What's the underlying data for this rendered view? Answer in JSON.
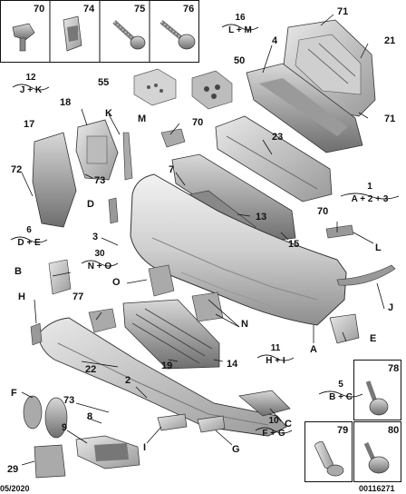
{
  "diagram": {
    "top_boxes": [
      "70",
      "74",
      "75",
      "76"
    ],
    "right_boxes": [
      "78",
      "79",
      "80"
    ],
    "groups": [
      {
        "id": "g16",
        "title": "16",
        "sub": "L + M"
      },
      {
        "id": "g12",
        "title": "12",
        "sub": "J + K"
      },
      {
        "id": "g1",
        "title": "1",
        "sub": "A + 2 + 3"
      },
      {
        "id": "g6",
        "title": "6",
        "sub": "D + E"
      },
      {
        "id": "g30",
        "title": "30",
        "sub": "N + O"
      },
      {
        "id": "g11",
        "title": "11",
        "sub": "H + I"
      },
      {
        "id": "g5",
        "title": "5",
        "sub": "B + C"
      },
      {
        "id": "g10",
        "title": "10",
        "sub": "F + G"
      }
    ],
    "labels": {
      "l71a": "71",
      "l4": "4",
      "l21": "21",
      "l50": "50",
      "l55": "55",
      "l71b": "71",
      "l18": "18",
      "lK": "K",
      "lM": "M",
      "l70a": "70",
      "l17": "17",
      "l23": "23",
      "l72": "72",
      "l73a": "73",
      "l7": "7",
      "lD": "D",
      "l13": "13",
      "l70b": "70",
      "l15": "15",
      "l3": "3",
      "lL": "L",
      "lB": "B",
      "lO": "O",
      "l77": "77",
      "lH": "H",
      "lN": "N",
      "lJ": "J",
      "lE": "E",
      "lA": "A",
      "l22": "22",
      "l19": "19",
      "l14": "14",
      "l2": "2",
      "lF": "F",
      "l73b": "73",
      "l8": "8",
      "lC": "C",
      "l9": "9",
      "lI": "I",
      "lG": "G",
      "l29": "29"
    },
    "footer_left": "05/2020",
    "footer_right": "00116271"
  }
}
